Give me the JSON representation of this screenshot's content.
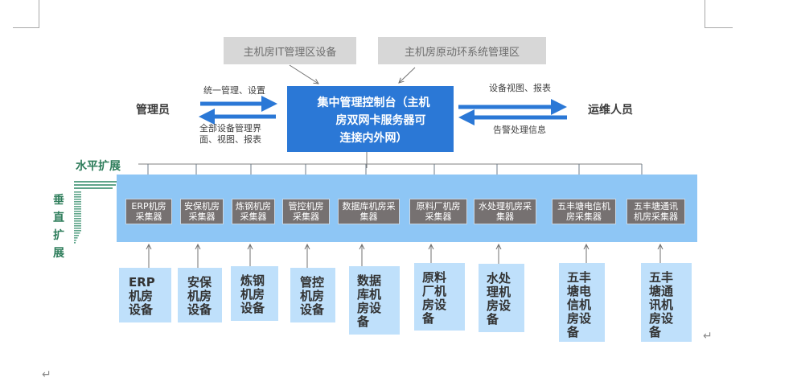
{
  "top_labels": {
    "it_area": "主机房IT管理区设备",
    "env_area": "主机房原动环系统管理区"
  },
  "console": {
    "line1": "集中管理控制台（主机",
    "line2": "房双网卡服务器可",
    "line3": "连接内外网）"
  },
  "left": {
    "role": "管理员",
    "arrow_out_label": "统一管理、设置",
    "arrow_in_label_1": "全部设备管理界",
    "arrow_in_label_2": "面、视图、报表"
  },
  "right": {
    "role": "运维人员",
    "arrow_out_label": "设备视图、报表",
    "arrow_in_label": "告警处理信息"
  },
  "axes": {
    "horizontal": "水平扩展",
    "vertical": [
      "垂",
      "直",
      "扩",
      "展"
    ]
  },
  "collectors": [
    {
      "line1": "ERP机房",
      "line2": "采集器"
    },
    {
      "line1": "安保机房",
      "line2": "采集器"
    },
    {
      "line1": "炼钢机房",
      "line2": "采集器"
    },
    {
      "line1": "管控机房",
      "line2": "采集器"
    },
    {
      "line1": "数据库机房采",
      "line2": "集器"
    },
    {
      "line1": "原料厂机房",
      "line2": "采集器"
    },
    {
      "line1": "水处理机房采",
      "line2": "集器"
    },
    {
      "line1": "五丰塘电信机",
      "line2": "房采集器"
    },
    {
      "line1": "五丰塘通讯",
      "line2": "机房采集器"
    }
  ],
  "devices": [
    {
      "lines": [
        "ERP",
        "机房",
        "设备"
      ]
    },
    {
      "lines": [
        "安保",
        "机房",
        "设备"
      ]
    },
    {
      "lines": [
        "炼钢",
        "机房",
        "设备"
      ]
    },
    {
      "lines": [
        "管控",
        "机房",
        "设备"
      ]
    },
    {
      "lines": [
        "数据",
        "库机",
        "房设",
        "备"
      ]
    },
    {
      "lines": [
        "原料",
        "厂机",
        "房设",
        "备"
      ]
    },
    {
      "lines": [
        "水处",
        "理机",
        "房设",
        "备"
      ]
    },
    {
      "lines": [
        "五丰",
        "塘电",
        "信机",
        "房设",
        "备"
      ]
    },
    {
      "lines": [
        "五丰",
        "塘通",
        "讯机",
        "房设",
        "备"
      ]
    }
  ],
  "paragraph_mark": "↵",
  "colors": {
    "console_blue": "#2b78d6",
    "band_blue": "#8ec6f5",
    "collector_gray": "#767171",
    "device_blue": "#bfe0fb",
    "label_gray": "#d7d7d7",
    "green": "#2e7d5b",
    "arrow_blue": "#2b78d6"
  }
}
